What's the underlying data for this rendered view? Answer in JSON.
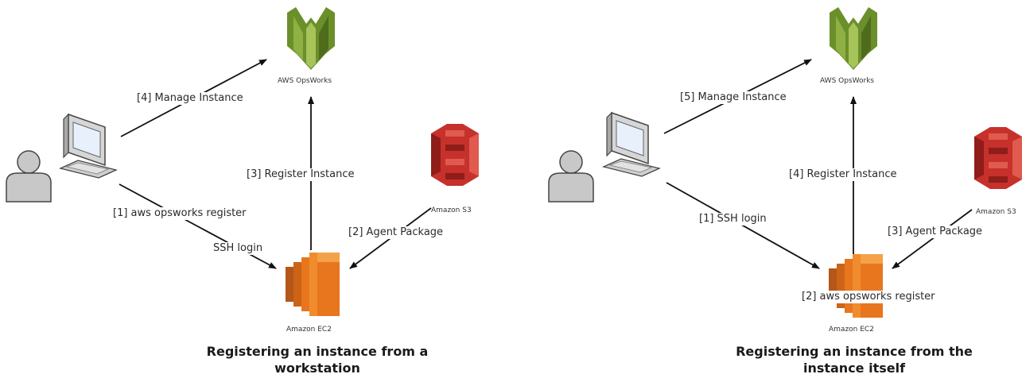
{
  "left_panel": {
    "opsworks_label": "AWS OpsWorks",
    "s3_label": "Amazon S3",
    "ec2_label": "Amazon EC2",
    "edge_manage": "[4] Manage Instance",
    "edge_register": "[3] Register Instance",
    "edge_cli": "[1] aws opsworks register",
    "edge_ssh": "SSH login",
    "edge_agent": "[2] Agent Package",
    "caption_line1": "Registering an instance from a",
    "caption_line2": "workstation"
  },
  "right_panel": {
    "opsworks_label": "AWS OpsWorks",
    "s3_label": "Amazon S3",
    "ec2_label": "Amazon EC2",
    "edge_manage": "[5] Manage Instance",
    "edge_register": "[4] Register Instance",
    "edge_ssh": "[1] SSH login",
    "edge_agent": "[3] Agent Package",
    "ec2_overlay": "[2] aws opsworks register",
    "caption_line1": "Registering an instance from the",
    "caption_line2": "instance itself"
  },
  "colors": {
    "opsworks_green": "#6b8f2a",
    "s3_red": "#c7312b",
    "ec2_orange": "#e8761e",
    "arrow": "#111111"
  },
  "icons": [
    "opsworks-icon",
    "s3-bucket-icon",
    "ec2-icon",
    "user-icon",
    "workstation-icon"
  ]
}
